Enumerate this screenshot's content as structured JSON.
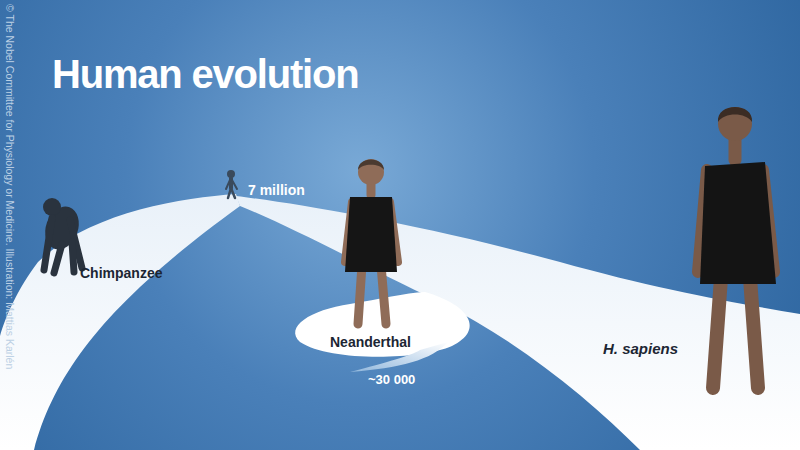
{
  "diagram": {
    "title": "Human evolution",
    "labels": [
      "© The Nobel Committee for Physiology or Medicine. Illustration: Mattias Karlén",
      "7 million",
      "Chimpanzee",
      "Neanderthal",
      "~30 000",
      "H. sapiens"
    ]
  }
}
